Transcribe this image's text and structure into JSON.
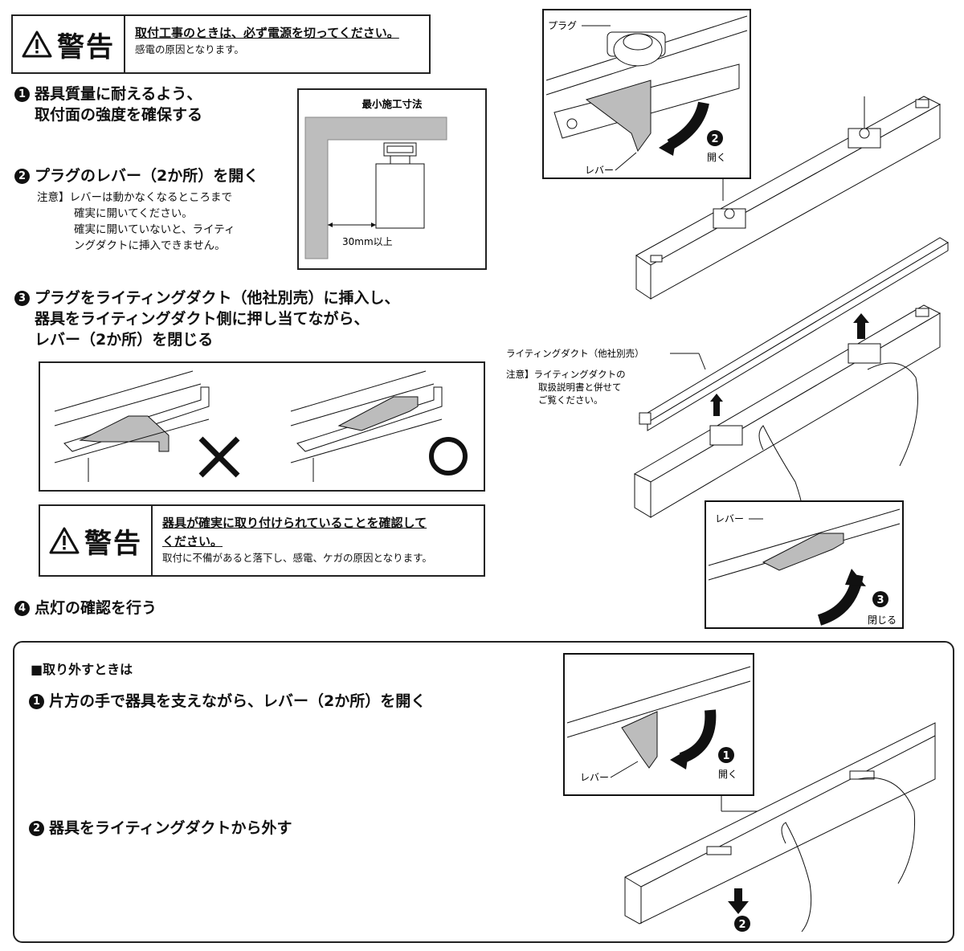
{
  "warning_top": {
    "label": "警告",
    "heading": "取付工事のときは、必ず電源を切ってください。",
    "sub": "感電の原因となります。"
  },
  "steps": {
    "s1": {
      "num": "1",
      "line1": "器具質量に耐えるよう、",
      "line2": "取付面の強度を確保する"
    },
    "s2": {
      "num": "2",
      "title": "プラグのレバー（2か所）を開く",
      "note_l1": "注意】レバーは動かなくなるところまで",
      "note_l2": "確実に開いてください。",
      "note_l3": "確実に開いていないと、ライティ",
      "note_l4": "ングダクトに挿入できません。"
    },
    "s3": {
      "num": "3",
      "line1": "プラグをライティングダクト（他社別売）に挿入し、",
      "line2": "器具をライティングダクト側に押し当てながら、",
      "line3": "レバー（2か所）を閉じる"
    },
    "s4": {
      "num": "4",
      "title": "点灯の確認を行う"
    }
  },
  "min_dim": {
    "title": "最小施工寸法",
    "label": "30mm以上"
  },
  "compare": {
    "ng": "×",
    "ok": "○"
  },
  "warning_mid": {
    "label": "警告",
    "heading_l1": "器具が確実に取り付けられていることを確認して",
    "heading_l2": "ください。",
    "sub": "取付に不備があると落下し、感電、ケガの原因となります。"
  },
  "fig_right": {
    "plug": "プラグ",
    "lever": "レバー",
    "open_num": "2",
    "open": "開く",
    "duct": "ライティングダクト（他社別売）",
    "duct_note_l1": "注意】ライティングダクトの",
    "duct_note_l2": "取扱説明書と併せて",
    "duct_note_l3": "ご覧ください。",
    "lever2": "レバー",
    "close_num": "3",
    "close": "閉じる"
  },
  "removal": {
    "title": "■取り外すときは",
    "r1": {
      "num": "1",
      "text": "片方の手で器具を支えながら、レバー（2か所）を開く"
    },
    "r2": {
      "num": "2",
      "text": "器具をライティングダクトから外す"
    },
    "fig": {
      "lever": "レバー",
      "open_num": "1",
      "open": "開く",
      "down_num": "2"
    }
  }
}
